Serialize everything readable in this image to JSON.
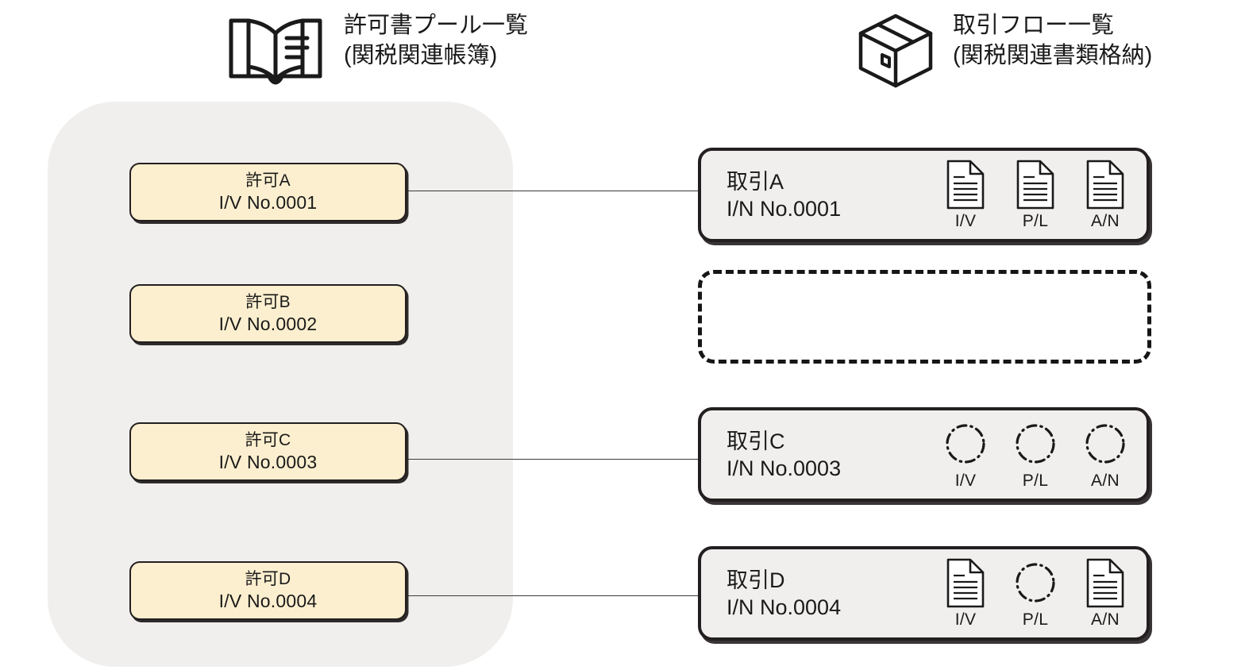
{
  "headers": [
    {
      "id": "permit-pool",
      "icon": "open-book-icon",
      "line1": "許可書プール一覧",
      "line2": "(関税関連帳簿)"
    },
    {
      "id": "transaction-flow",
      "icon": "package-box-icon",
      "line1": "取引フロー一覧",
      "line2": "(関税関連書類格納)"
    }
  ],
  "pool": {
    "fill": "#f0efed",
    "permits": [
      {
        "title": "許可A",
        "subtitle": "I/V No.0001",
        "linked": true
      },
      {
        "title": "許可B",
        "subtitle": "I/V No.0002",
        "linked": false
      },
      {
        "title": "許可C",
        "subtitle": "I/V No.0003",
        "linked": true
      },
      {
        "title": "許可D",
        "subtitle": "I/V No.0004",
        "linked": true
      }
    ],
    "card_fill": "#fcefcf",
    "card_border": "#231f20"
  },
  "transactions": [
    {
      "state": "filled",
      "title": "取引A",
      "subtitle": "I/N No.0001",
      "documents": [
        {
          "caption": "I/V",
          "present": true
        },
        {
          "caption": "P/L",
          "present": true
        },
        {
          "caption": "A/N",
          "present": true
        }
      ]
    },
    {
      "state": "empty",
      "title": "",
      "subtitle": "",
      "documents": []
    },
    {
      "state": "filled",
      "title": "取引C",
      "subtitle": "I/N No.0003",
      "documents": [
        {
          "caption": "I/V",
          "present": false
        },
        {
          "caption": "P/L",
          "present": false
        },
        {
          "caption": "A/N",
          "present": false
        }
      ]
    },
    {
      "state": "filled",
      "title": "取引D",
      "subtitle": "I/N No.0004",
      "documents": [
        {
          "caption": "I/V",
          "present": true
        },
        {
          "caption": "P/L",
          "present": false
        },
        {
          "caption": "A/N",
          "present": true
        }
      ]
    }
  ],
  "links": [
    {
      "from": "許可A",
      "to": "取引A"
    },
    {
      "from": "許可C",
      "to": "取引C"
    },
    {
      "from": "許可D",
      "to": "取引D"
    }
  ],
  "colors": {
    "ink": "#231f20",
    "panel_gray": "#f0efed",
    "permit_cream": "#fcefcf",
    "line": "#3a3a3a"
  }
}
